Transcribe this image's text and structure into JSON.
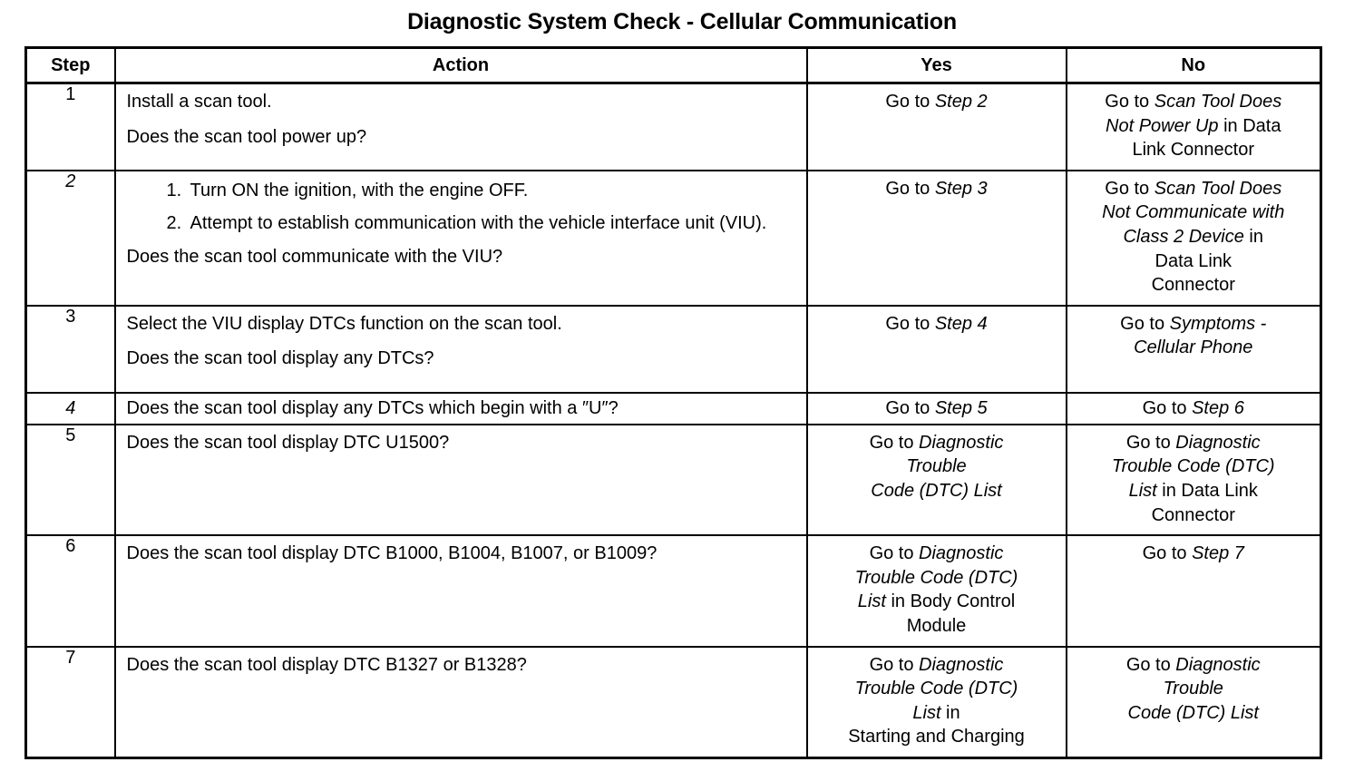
{
  "document": {
    "title": "Diagnostic System Check - Cellular Communication"
  },
  "table": {
    "headers": {
      "step": "Step",
      "action": "Action",
      "yes": "Yes",
      "no": "No"
    },
    "rows": [
      {
        "step": "1",
        "step_italic": false,
        "action_lines": [
          "Install a scan tool.",
          "Does the scan tool power up?"
        ],
        "yes_parts": [
          {
            "text": "Go to ",
            "italic": false
          },
          {
            "text": "Step 2",
            "italic": true
          }
        ],
        "yes_lines": [
          "Go to Step 2"
        ],
        "no_parts": [
          {
            "text": "Go to ",
            "italic": false
          },
          {
            "text": "Scan Tool Does",
            "italic": true
          },
          {
            "text": "\n",
            "italic": false
          },
          {
            "text": "Not Power Up",
            "italic": true
          },
          {
            "text": " in Data",
            "italic": false
          },
          {
            "text": "\n",
            "italic": false
          },
          {
            "text": "Link Connector",
            "italic": false
          }
        ],
        "no_lines": [
          "Go to Scan Tool Does",
          "Not Power Up in Data",
          "Link Connector"
        ]
      },
      {
        "step": "2",
        "step_italic": true,
        "list_items": [
          "Turn ON the ignition, with the engine OFF.",
          "Attempt to establish communication with the vehicle interface unit (VIU)."
        ],
        "action_lines": [
          "Does the scan tool communicate with the VIU?"
        ],
        "yes_lines": [
          "Go to Step 3"
        ],
        "no_lines": [
          "Go to Scan Tool Does",
          "Not Communicate with",
          "Class 2 Device in",
          "Data Link",
          "Connector"
        ]
      },
      {
        "step": "3",
        "step_italic": false,
        "action_lines": [
          "Select the VIU display DTCs function on the scan tool.",
          "Does the scan tool display any DTCs?"
        ],
        "yes_lines": [
          "Go to Step 4"
        ],
        "no_lines": [
          "Go to Symptoms -",
          "Cellular Phone"
        ]
      },
      {
        "step": "4",
        "step_italic": true,
        "action_lines": [
          "Does the scan tool display any DTCs which begin with a ″U″?"
        ],
        "yes_lines": [
          "Go to Step 5"
        ],
        "no_lines": [
          "Go to Step 6"
        ]
      },
      {
        "step": "5",
        "step_italic": false,
        "action_lines": [
          "Does the scan tool display DTC U1500?"
        ],
        "yes_lines": [
          "Go to Diagnostic",
          "Trouble",
          "Code (DTC) List"
        ],
        "no_lines": [
          "Go to Diagnostic",
          "Trouble Code (DTC)",
          "List in Data Link",
          "Connector"
        ]
      },
      {
        "step": "6",
        "step_italic": false,
        "action_lines": [
          "Does the scan tool display DTC B1000, B1004, B1007, or B1009?"
        ],
        "yes_lines": [
          "Go to Diagnostic",
          "Trouble Code (DTC)",
          "List in Body Control",
          "Module"
        ],
        "no_lines": [
          "Go to Step 7"
        ]
      },
      {
        "step": "7",
        "step_italic": false,
        "action_lines": [
          "Does the scan tool display DTC B1327 or B1328?"
        ],
        "yes_lines": [
          "Go to Diagnostic",
          "Trouble Code (DTC)",
          "List in",
          "Starting and Charging"
        ],
        "no_lines": [
          "Go to Diagnostic",
          "Trouble",
          "Code (DTC) List"
        ]
      }
    ],
    "cells": {
      "r1": {
        "action_l1": "Install a scan tool.",
        "action_l2": "Does the scan tool power up?",
        "yes_pre": "Go to ",
        "yes_em": "Step 2",
        "no_l1_pre": "Go to ",
        "no_l1_em": "Scan Tool Does",
        "no_l2_em": "Not Power Up",
        "no_l2_post": " in Data",
        "no_l3": "Link Connector"
      },
      "r2": {
        "li1": "Turn ON the ignition, with the engine OFF.",
        "li2": "Attempt to establish communication with the vehicle interface unit (VIU).",
        "action_l1": "Does the scan tool communicate with the VIU?",
        "yes_pre": "Go to ",
        "yes_em": "Step 3",
        "no_l1_pre": "Go to ",
        "no_l1_em": "Scan Tool Does",
        "no_l2_em": "Not Communicate with",
        "no_l3_em": "Class 2 Device",
        "no_l3_post": " in",
        "no_l4": "Data Link",
        "no_l5": "Connector"
      },
      "r3": {
        "action_l1": "Select the VIU display DTCs function on the scan tool.",
        "action_l2": "Does the scan tool display any DTCs?",
        "yes_pre": "Go to ",
        "yes_em": "Step 4",
        "no_l1_pre": "Go to ",
        "no_l1_em": "Symptoms -",
        "no_l2_em": "Cellular Phone"
      },
      "r4": {
        "action_l1": "Does the scan tool display any DTCs which begin with a ″U″?",
        "yes_pre": "Go to ",
        "yes_em": "Step 5",
        "no_pre": "Go to ",
        "no_em": "Step 6"
      },
      "r5": {
        "action_l1": "Does the scan tool display DTC U1500?",
        "yes_l1_pre": "Go to ",
        "yes_l1_em": "Diagnostic",
        "yes_l2_em": "Trouble",
        "yes_l3_em": "Code (DTC) List",
        "no_l1_pre": "Go to ",
        "no_l1_em": "Diagnostic",
        "no_l2_em": "Trouble Code (DTC)",
        "no_l3_em": "List",
        "no_l3_post": " in Data Link",
        "no_l4": "Connector"
      },
      "r6": {
        "action_l1": "Does the scan tool display DTC B1000, B1004, B1007, or B1009?",
        "yes_l1_pre": "Go to ",
        "yes_l1_em": "Diagnostic",
        "yes_l2_em": "Trouble Code (DTC)",
        "yes_l3_em": "List",
        "yes_l3_post": " in Body Control",
        "yes_l4": "Module",
        "no_pre": "Go to ",
        "no_em": "Step 7"
      },
      "r7": {
        "action_l1": "Does the scan tool display DTC B1327 or B1328?",
        "yes_l1_pre": "Go to ",
        "yes_l1_em": "Diagnostic",
        "yes_l2_em": "Trouble Code (DTC)",
        "yes_l3_em": "List",
        "yes_l3_post": " in",
        "yes_l4": "Starting and Charging",
        "no_l1_pre": "Go to ",
        "no_l1_em": "Diagnostic",
        "no_l2_em": "Trouble",
        "no_l3_em": "Code (DTC) List"
      }
    }
  },
  "colors": {
    "ink": "#000000",
    "paper": "#ffffff"
  }
}
